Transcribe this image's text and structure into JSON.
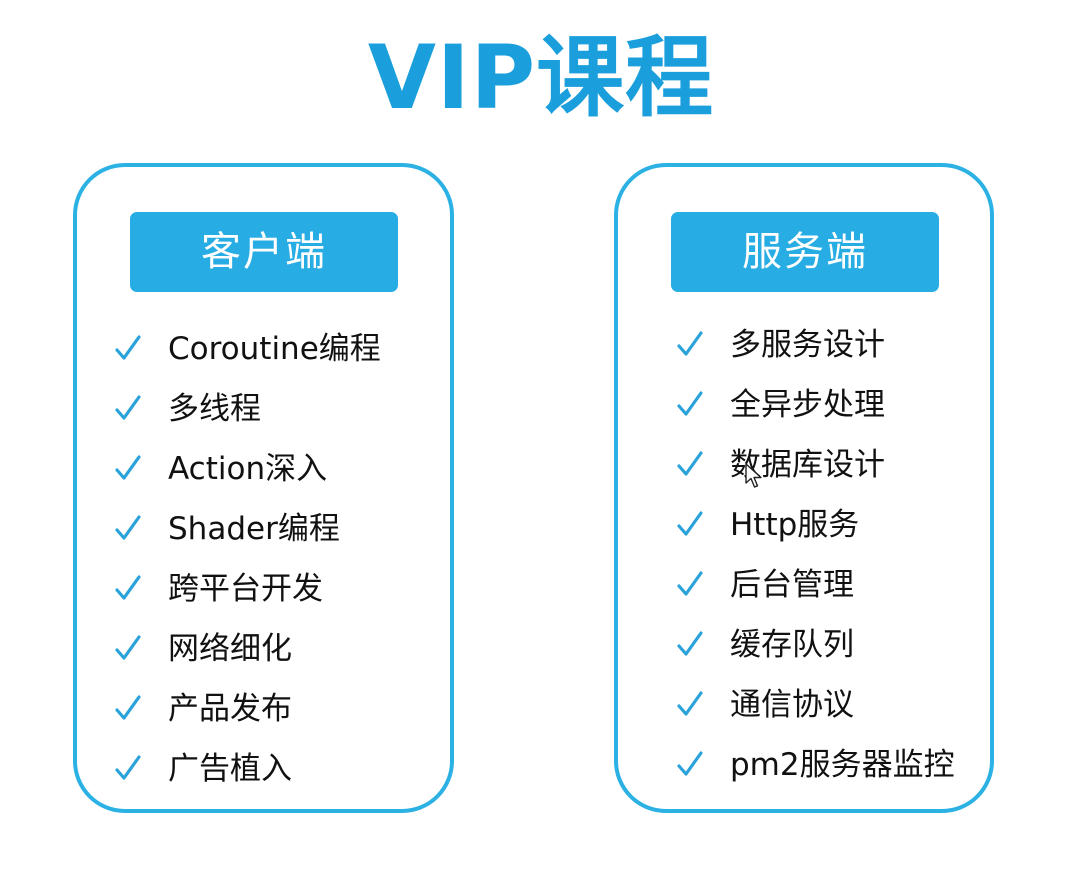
{
  "page": {
    "title": "VIP课程",
    "colors": {
      "accent": "#2bb1e3",
      "title": "#1a9fdc",
      "header_bg": "#27ace3",
      "check": "#2aa2da",
      "text": "#111111"
    }
  },
  "client": {
    "header": "客户端",
    "items": [
      {
        "label": "Coroutine编程",
        "icon": "check-icon"
      },
      {
        "label": "多线程",
        "icon": "check-icon"
      },
      {
        "label": "Action深入",
        "icon": "check-icon"
      },
      {
        "label": "Shader编程",
        "icon": "check-icon"
      },
      {
        "label": "跨平台开发",
        "icon": "check-icon"
      },
      {
        "label": "网络细化",
        "icon": "check-icon"
      },
      {
        "label": "产品发布",
        "icon": "check-icon"
      },
      {
        "label": "广告植入",
        "icon": "check-icon"
      }
    ]
  },
  "server": {
    "header": "服务端",
    "items": [
      {
        "label": "多服务设计",
        "icon": "check-icon"
      },
      {
        "label": "全异步处理",
        "icon": "check-icon"
      },
      {
        "label": "数据库设计",
        "icon": "check-icon"
      },
      {
        "label": "Http服务",
        "icon": "check-icon"
      },
      {
        "label": "后台管理",
        "icon": "check-icon"
      },
      {
        "label": "缓存队列",
        "icon": "check-icon"
      },
      {
        "label": "通信协议",
        "icon": "check-icon"
      },
      {
        "label": "pm2服务器监控",
        "icon": "check-icon"
      }
    ]
  }
}
